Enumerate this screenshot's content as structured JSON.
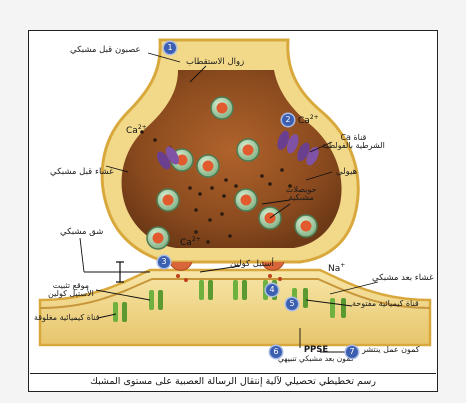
{
  "labels": {
    "presynaptic_neuron": "عصبون قبل مشبكي",
    "axon_termination": "زوال الاستقطاب",
    "ca_channel": "قناة Ca²⁺ الشرطية بالفولطية",
    "ca_channel_line1": "قناة Ca",
    "ca_channel_line2": "الشرطية بالفولطية",
    "presynaptic_membrane": "غشاء قبل مشبكي",
    "mitochondria": "هيولى",
    "vesicles_line1": "حويصلات",
    "vesicles_line2": "مشبكية",
    "synaptic_cleft": "شق مشبكي",
    "acetylcholine": "أستيل كولين",
    "receptor_site_line1": "موقع تثبيت",
    "receptor_site_line2": "الأستيل كولين",
    "closed_channel": "قناة كيميائية مغلوقة",
    "postsynaptic_membrane": "غشاء بعد مشبكي",
    "open_channel": "قناة كيميائية مفتوحة",
    "psps": "PPSE",
    "psps_line2": "كمون بعد مشبكي تنبيهي",
    "action_potential": "كمون عمل ينتشر",
    "caption": "رسم تخطيطي تحصيلي لآلية إنتقال الرسالة العصبية على مستوى المشبك"
  },
  "ions": {
    "ca": "Ca",
    "ca_charge": "2+",
    "na": "Na",
    "na_charge": "+"
  },
  "steps": [
    "1",
    "2",
    "3",
    "4",
    "5",
    "6",
    "7"
  ],
  "colors": {
    "neuron_fill": "#f2d98a",
    "neuron_edge": "#d9a83c",
    "cytoplasm": "#8a4a1e",
    "vesicle": "#9fc7a0",
    "vesicle_core": "#e25b2f",
    "channel": "#6b3f8f",
    "receptor": "#6fb13f",
    "badge": "#3d5fb0"
  }
}
